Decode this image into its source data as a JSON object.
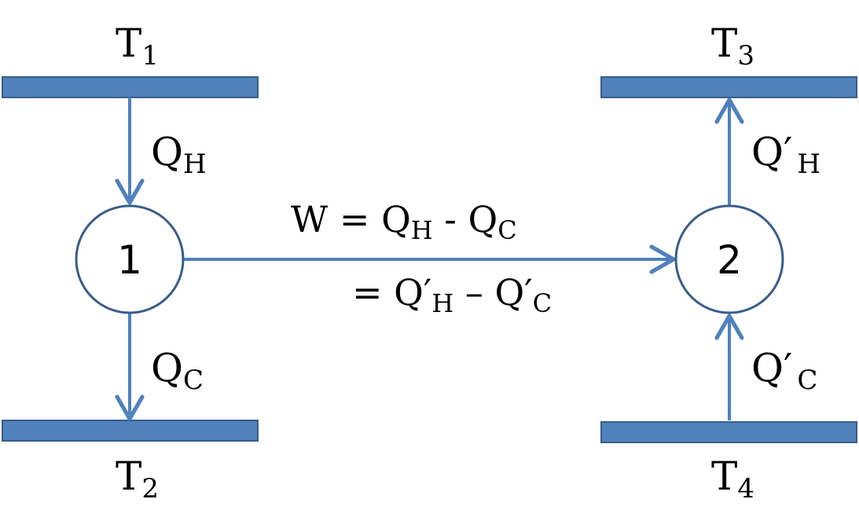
{
  "colors": {
    "reservoir_fill": "#4f81bd",
    "reservoir_stroke": "#385d8a",
    "arrow": "#4f81bd",
    "circle_stroke": "#385d8a"
  },
  "reservoirs": {
    "t1": {
      "main": "T",
      "sub": "1"
    },
    "t2": {
      "main": "T",
      "sub": "2"
    },
    "t3": {
      "main": "T",
      "sub": "3"
    },
    "t4": {
      "main": "T",
      "sub": "4"
    }
  },
  "engines": {
    "engine1": "1",
    "engine2": "2"
  },
  "heat_flows": {
    "qh": {
      "main": "Q",
      "sub": "H"
    },
    "qc": {
      "main": "Q",
      "sub": "C"
    },
    "qph": {
      "main": "Q′",
      "sub": "H"
    },
    "qpc": {
      "main": "Q′",
      "sub": "C"
    }
  },
  "work": {
    "line1_prefix": "W = Q",
    "line1_sub1": "H",
    "line1_mid": " - Q",
    "line1_sub2": "C",
    "line2_prefix": "= Q′",
    "line2_sub1": "H",
    "line2_mid": " – Q′",
    "line2_sub2": "C"
  }
}
